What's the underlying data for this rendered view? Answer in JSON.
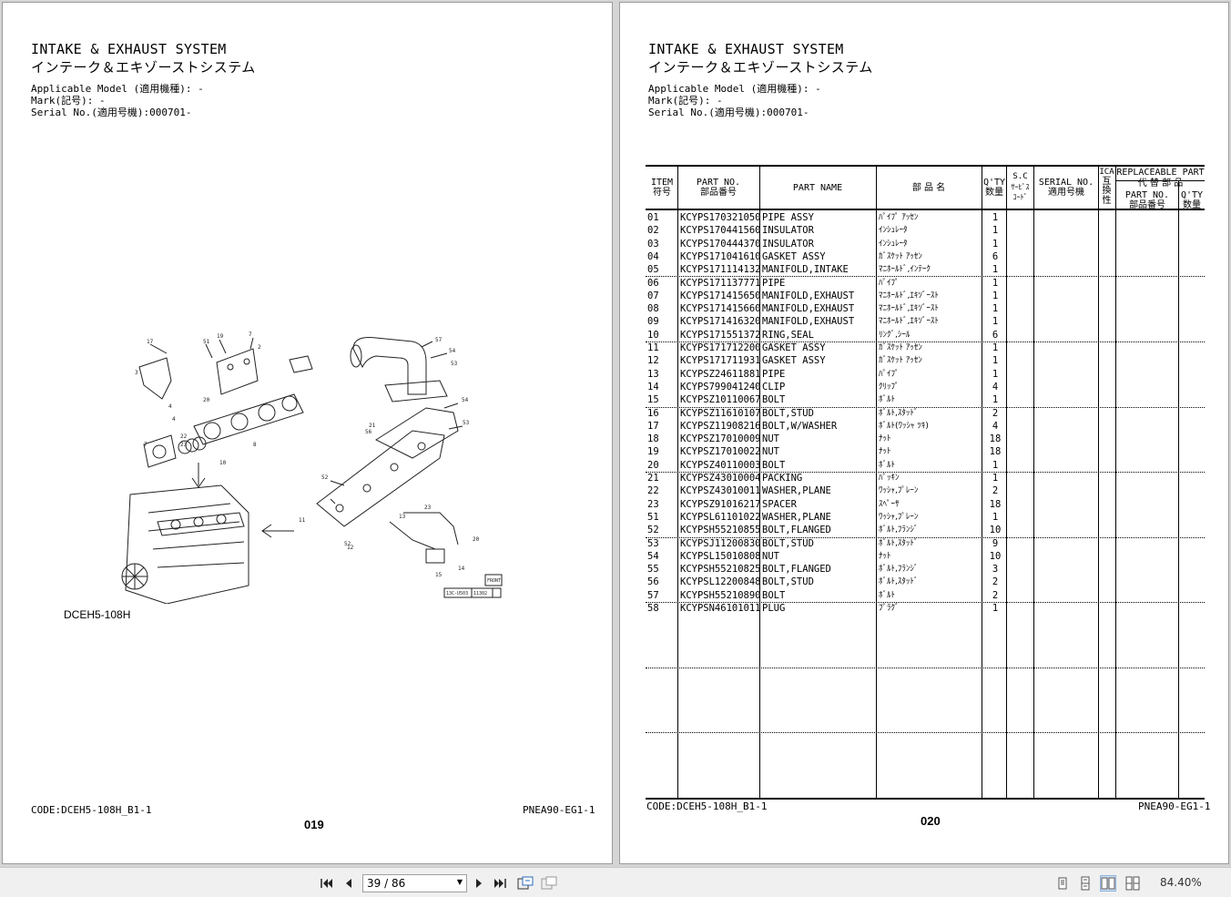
{
  "left_page": {
    "title_en": "INTAKE & EXHAUST SYSTEM",
    "title_jp": "インテーク＆エキゾーストシステム",
    "applicable_model": "Applicable Model (適用機種): -",
    "mark": "Mark(記号): -",
    "serial": "Serial No.(適用号機):000701-",
    "diagram_label": "DCEH5-108H",
    "code": "CODE:DCEH5-108H_B1-1",
    "doc_no": "PNEA90-EG1-1",
    "page_number": "019",
    "diagram_stamp": "13C-U503",
    "diagram_stamp2": "11302",
    "front_label": "FRONT"
  },
  "right_page": {
    "title_en": "INTAKE & EXHAUST SYSTEM",
    "title_jp": "インテーク＆エキゾーストシステム",
    "applicable_model": "Applicable Model (適用機種): -",
    "mark": "Mark(記号): -",
    "serial": "Serial No.(適用号機):000701-",
    "code": "CODE:DCEH5-108H_B1-1",
    "doc_no": "PNEA90-EG1-1",
    "page_number": "020",
    "headers": {
      "item_en": "ITEM",
      "item_jp": "符号",
      "partno_en": "PART NO.",
      "partno_jp": "部品番号",
      "name": "PART NAME",
      "name_jp": "部 品 名",
      "qty_en": "Q'TY",
      "qty_jp": "数量",
      "sc_1": "S.C",
      "sc_2": "ｻｰﾋﾞｽ",
      "sc_3": "ｺｰﾄﾞ",
      "serial_en": "SERIAL NO.",
      "serial_jp": "適用号機",
      "ica_1": "ICA",
      "ica_2": "互",
      "ica_3": "換",
      "ica_4": "性",
      "repl_en": "REPLACEABLE PART",
      "repl_jp": "代 替 部 品",
      "repl_partno_en": "PART NO.",
      "repl_partno_jp": "部品番号",
      "repl_qty_en": "Q'TY",
      "repl_qty_jp": "数量"
    },
    "rows": [
      {
        "item": "01",
        "partno": "KCYPS170321050",
        "name": "PIPE ASSY",
        "jp": "ﾊﾟｲﾌﾟ ｱｯｾﾝ",
        "qty": "1"
      },
      {
        "item": "02",
        "partno": "KCYPS170441560",
        "name": "INSULATOR",
        "jp": "ｲﾝｼｭﾚｰﾀ",
        "qty": "1"
      },
      {
        "item": "03",
        "partno": "KCYPS170444370",
        "name": "INSULATOR",
        "jp": "ｲﾝｼｭﾚｰﾀ",
        "qty": "1"
      },
      {
        "item": "04",
        "partno": "KCYPS171041610",
        "name": "GASKET ASSY",
        "jp": "ｶﾞｽｹｯﾄ ｱｯｾﾝ",
        "qty": "6"
      },
      {
        "item": "05",
        "partno": "KCYPS171114132",
        "name": "MANIFOLD,INTAKE",
        "jp": "ﾏﾆﾎｰﾙﾄﾞ,ｲﾝﾃｰｸ",
        "qty": "1"
      },
      {
        "item": "06",
        "partno": "KCYPS171137771",
        "name": "PIPE",
        "jp": "ﾊﾟｲﾌﾟ",
        "qty": "1"
      },
      {
        "item": "07",
        "partno": "KCYPS171415650",
        "name": "MANIFOLD,EXHAUST",
        "jp": "ﾏﾆﾎｰﾙﾄﾞ,ｴｷｿﾞｰｽﾄ",
        "qty": "1"
      },
      {
        "item": "08",
        "partno": "KCYPS171415660",
        "name": "MANIFOLD,EXHAUST",
        "jp": "ﾏﾆﾎｰﾙﾄﾞ,ｴｷｿﾞｰｽﾄ",
        "qty": "1"
      },
      {
        "item": "09",
        "partno": "KCYPS171416320",
        "name": "MANIFOLD,EXHAUST",
        "jp": "ﾏﾆﾎｰﾙﾄﾞ,ｴｷｿﾞｰｽﾄ",
        "qty": "1"
      },
      {
        "item": "10",
        "partno": "KCYPS171551372",
        "name": "RING,SEAL",
        "jp": "ﾘﾝｸﾞ,ｼｰﾙ",
        "qty": "6"
      },
      {
        "item": "11",
        "partno": "KCYPS171712200",
        "name": "GASKET ASSY",
        "jp": "ｶﾞｽｹｯﾄ ｱｯｾﾝ",
        "qty": "1"
      },
      {
        "item": "12",
        "partno": "KCYPS171711931",
        "name": "GASKET ASSY",
        "jp": "ｶﾞｽｹｯﾄ ｱｯｾﾝ",
        "qty": "1"
      },
      {
        "item": "13",
        "partno": "KCYPSZ24611881",
        "name": "PIPE",
        "jp": "ﾊﾟｲﾌﾟ",
        "qty": "1"
      },
      {
        "item": "14",
        "partno": "KCYPS799041240",
        "name": "CLIP",
        "jp": "ｸﾘｯﾌﾟ",
        "qty": "4"
      },
      {
        "item": "15",
        "partno": "KCYPSZ10110067",
        "name": "BOLT",
        "jp": "ﾎﾞﾙﾄ",
        "qty": "1"
      },
      {
        "item": "16",
        "partno": "KCYPSZ11610107",
        "name": "BOLT,STUD",
        "jp": "ﾎﾞﾙﾄ,ｽﾀｯﾄﾞ",
        "qty": "2"
      },
      {
        "item": "17",
        "partno": "KCYPSZ11908216",
        "name": "BOLT,W/WASHER",
        "jp": "ﾎﾞﾙﾄ(ﾜｯｼｬ ﾂｷ)",
        "qty": "4"
      },
      {
        "item": "18",
        "partno": "KCYPSZ17010009",
        "name": "NUT",
        "jp": "ﾅｯﾄ",
        "qty": "18"
      },
      {
        "item": "19",
        "partno": "KCYPSZ17010022",
        "name": "NUT",
        "jp": "ﾅｯﾄ",
        "qty": "18"
      },
      {
        "item": "20",
        "partno": "KCYPSZ40110003",
        "name": "BOLT",
        "jp": "ﾎﾞﾙﾄ",
        "qty": "1"
      },
      {
        "item": "21",
        "partno": "KCYPSZ43010004",
        "name": "PACKING",
        "jp": "ﾊﾟｯｷﾝ",
        "qty": "1"
      },
      {
        "item": "22",
        "partno": "KCYPSZ43010011",
        "name": "WASHER,PLANE",
        "jp": "ﾜｯｼｬ,ﾌﾟﾚｰﾝ",
        "qty": "2"
      },
      {
        "item": "23",
        "partno": "KCYPSZ91016217",
        "name": "SPACER",
        "jp": "ｽﾍﾟｰｻ",
        "qty": "18"
      },
      {
        "item": "51",
        "partno": "KCYPSL61101022",
        "name": "WASHER,PLANE",
        "jp": "ﾜｯｼｬ,ﾌﾟﾚｰﾝ",
        "qty": "1"
      },
      {
        "item": "52",
        "partno": "KCYPSH55210855",
        "name": "BOLT,FLANGED",
        "jp": "ﾎﾞﾙﾄ,ﾌﾗﾝｼﾞ",
        "qty": "10"
      },
      {
        "item": "53",
        "partno": "KCYPSJ11200830",
        "name": "BOLT,STUD",
        "jp": "ﾎﾞﾙﾄ,ｽﾀｯﾄﾞ",
        "qty": "9"
      },
      {
        "item": "54",
        "partno": "KCYPSL15010808",
        "name": "NUT",
        "jp": "ﾅｯﾄ",
        "qty": "10"
      },
      {
        "item": "55",
        "partno": "KCYPSH55210825",
        "name": "BOLT,FLANGED",
        "jp": "ﾎﾞﾙﾄ,ﾌﾗﾝｼﾞ",
        "qty": "3"
      },
      {
        "item": "56",
        "partno": "KCYPSL12200848",
        "name": "BOLT,STUD",
        "jp": "ﾎﾞﾙﾄ,ｽﾀｯﾄﾞ",
        "qty": "2"
      },
      {
        "item": "57",
        "partno": "KCYPSH55210890",
        "name": "BOLT",
        "jp": "ﾎﾞﾙﾄ",
        "qty": "2"
      },
      {
        "item": "58",
        "partno": "KCYPSN46101011",
        "name": "PLUG",
        "jp": "ﾌﾟﾗｸﾞ",
        "qty": "1"
      }
    ]
  },
  "toolbar": {
    "page_indicator": "39 / 86",
    "zoom": "84.40%",
    "icons": [
      "first-page-icon",
      "prev-page-icon",
      "next-page-icon",
      "last-page-icon",
      "fit-page-icon",
      "fit-width-icon",
      "single-page-icon",
      "continuous-page-icon",
      "two-page-icon",
      "two-page-continuous-icon"
    ]
  }
}
